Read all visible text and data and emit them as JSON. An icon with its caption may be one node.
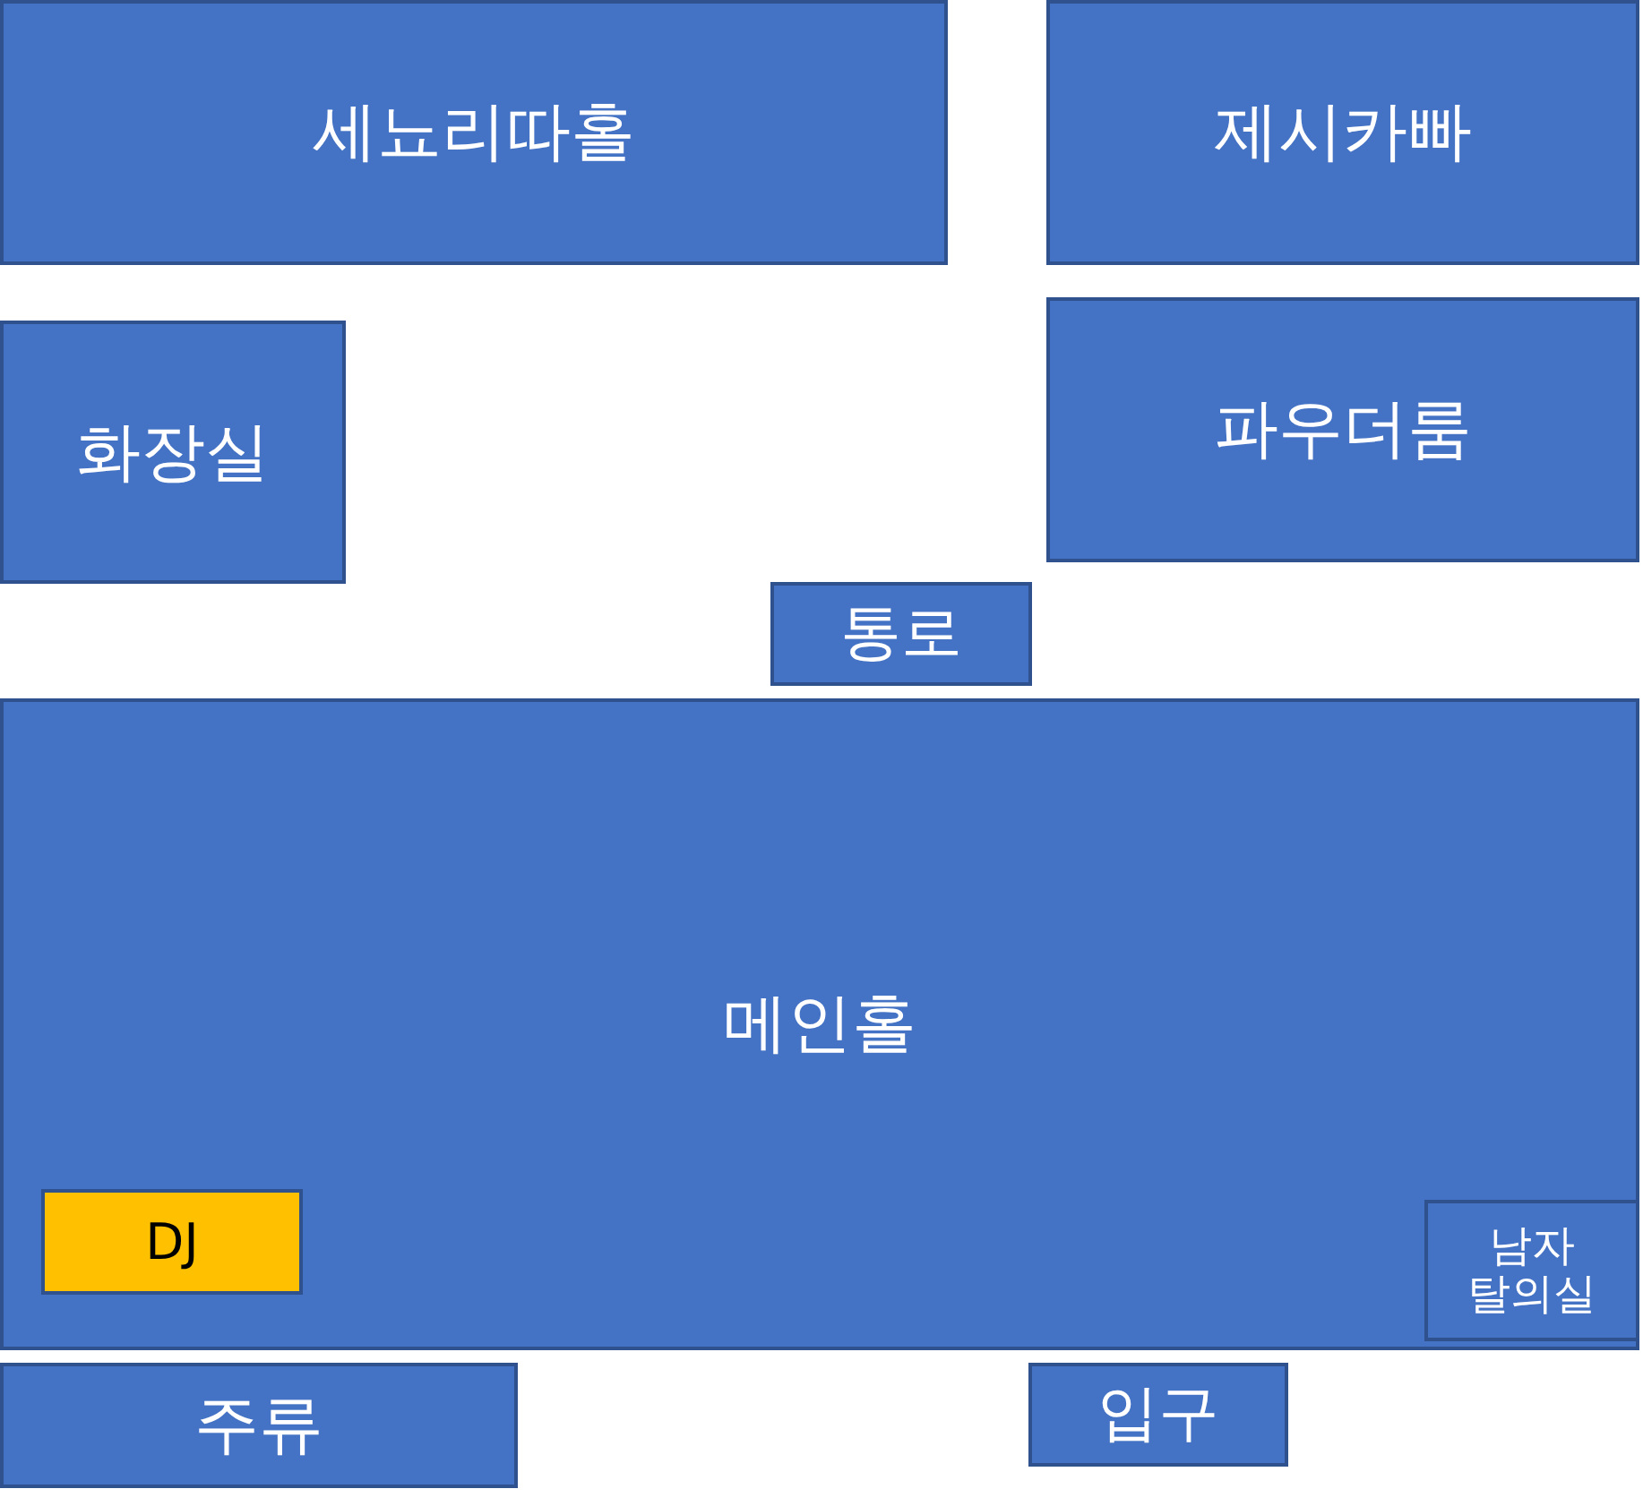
{
  "diagram": {
    "nodes": [
      {
        "text": [
          "세뇨리따홀"
        ]
      },
      {
        "text": [
          "제시카빠"
        ]
      },
      {
        "text": [
          "화장실"
        ]
      },
      {
        "text": [
          "파우더룸"
        ]
      },
      {
        "text": [
          "통로"
        ]
      },
      {
        "text": [
          "메인홀"
        ]
      },
      {
        "text": [
          "DJ"
        ],
        "in": 5
      },
      {
        "text": [
          "남자 탈의실"
        ],
        "in": 5
      },
      {
        "text": [
          "주류"
        ]
      },
      {
        "text": [
          "입구"
        ]
      }
    ]
  }
}
